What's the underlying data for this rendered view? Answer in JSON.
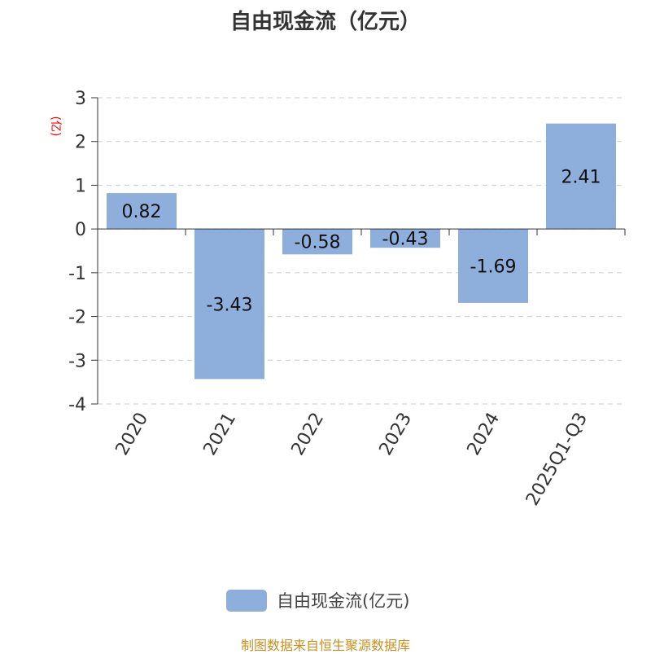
{
  "chart_data": {
    "type": "bar",
    "title": "自由现金流（亿元）",
    "ylabel": "(亿)",
    "xlabel": "",
    "categories": [
      "2020",
      "2021",
      "2022",
      "2023",
      "2024",
      "2025Q1-Q3"
    ],
    "values": [
      0.82,
      -3.43,
      -0.58,
      -0.43,
      -1.69,
      2.41
    ],
    "ylim": [
      -4,
      3
    ],
    "yticks": [
      3,
      2,
      1,
      0,
      -1,
      -2,
      -3,
      -4
    ],
    "grid": true,
    "legend": {
      "position": "bottom",
      "entries": [
        "自由现金流(亿元)"
      ]
    },
    "colors": {
      "bar": "#8eaedb",
      "ylabel": "#ff0000",
      "source": "#c8901e"
    }
  },
  "footer": {
    "source": "制图数据来自恒生聚源数据库"
  }
}
